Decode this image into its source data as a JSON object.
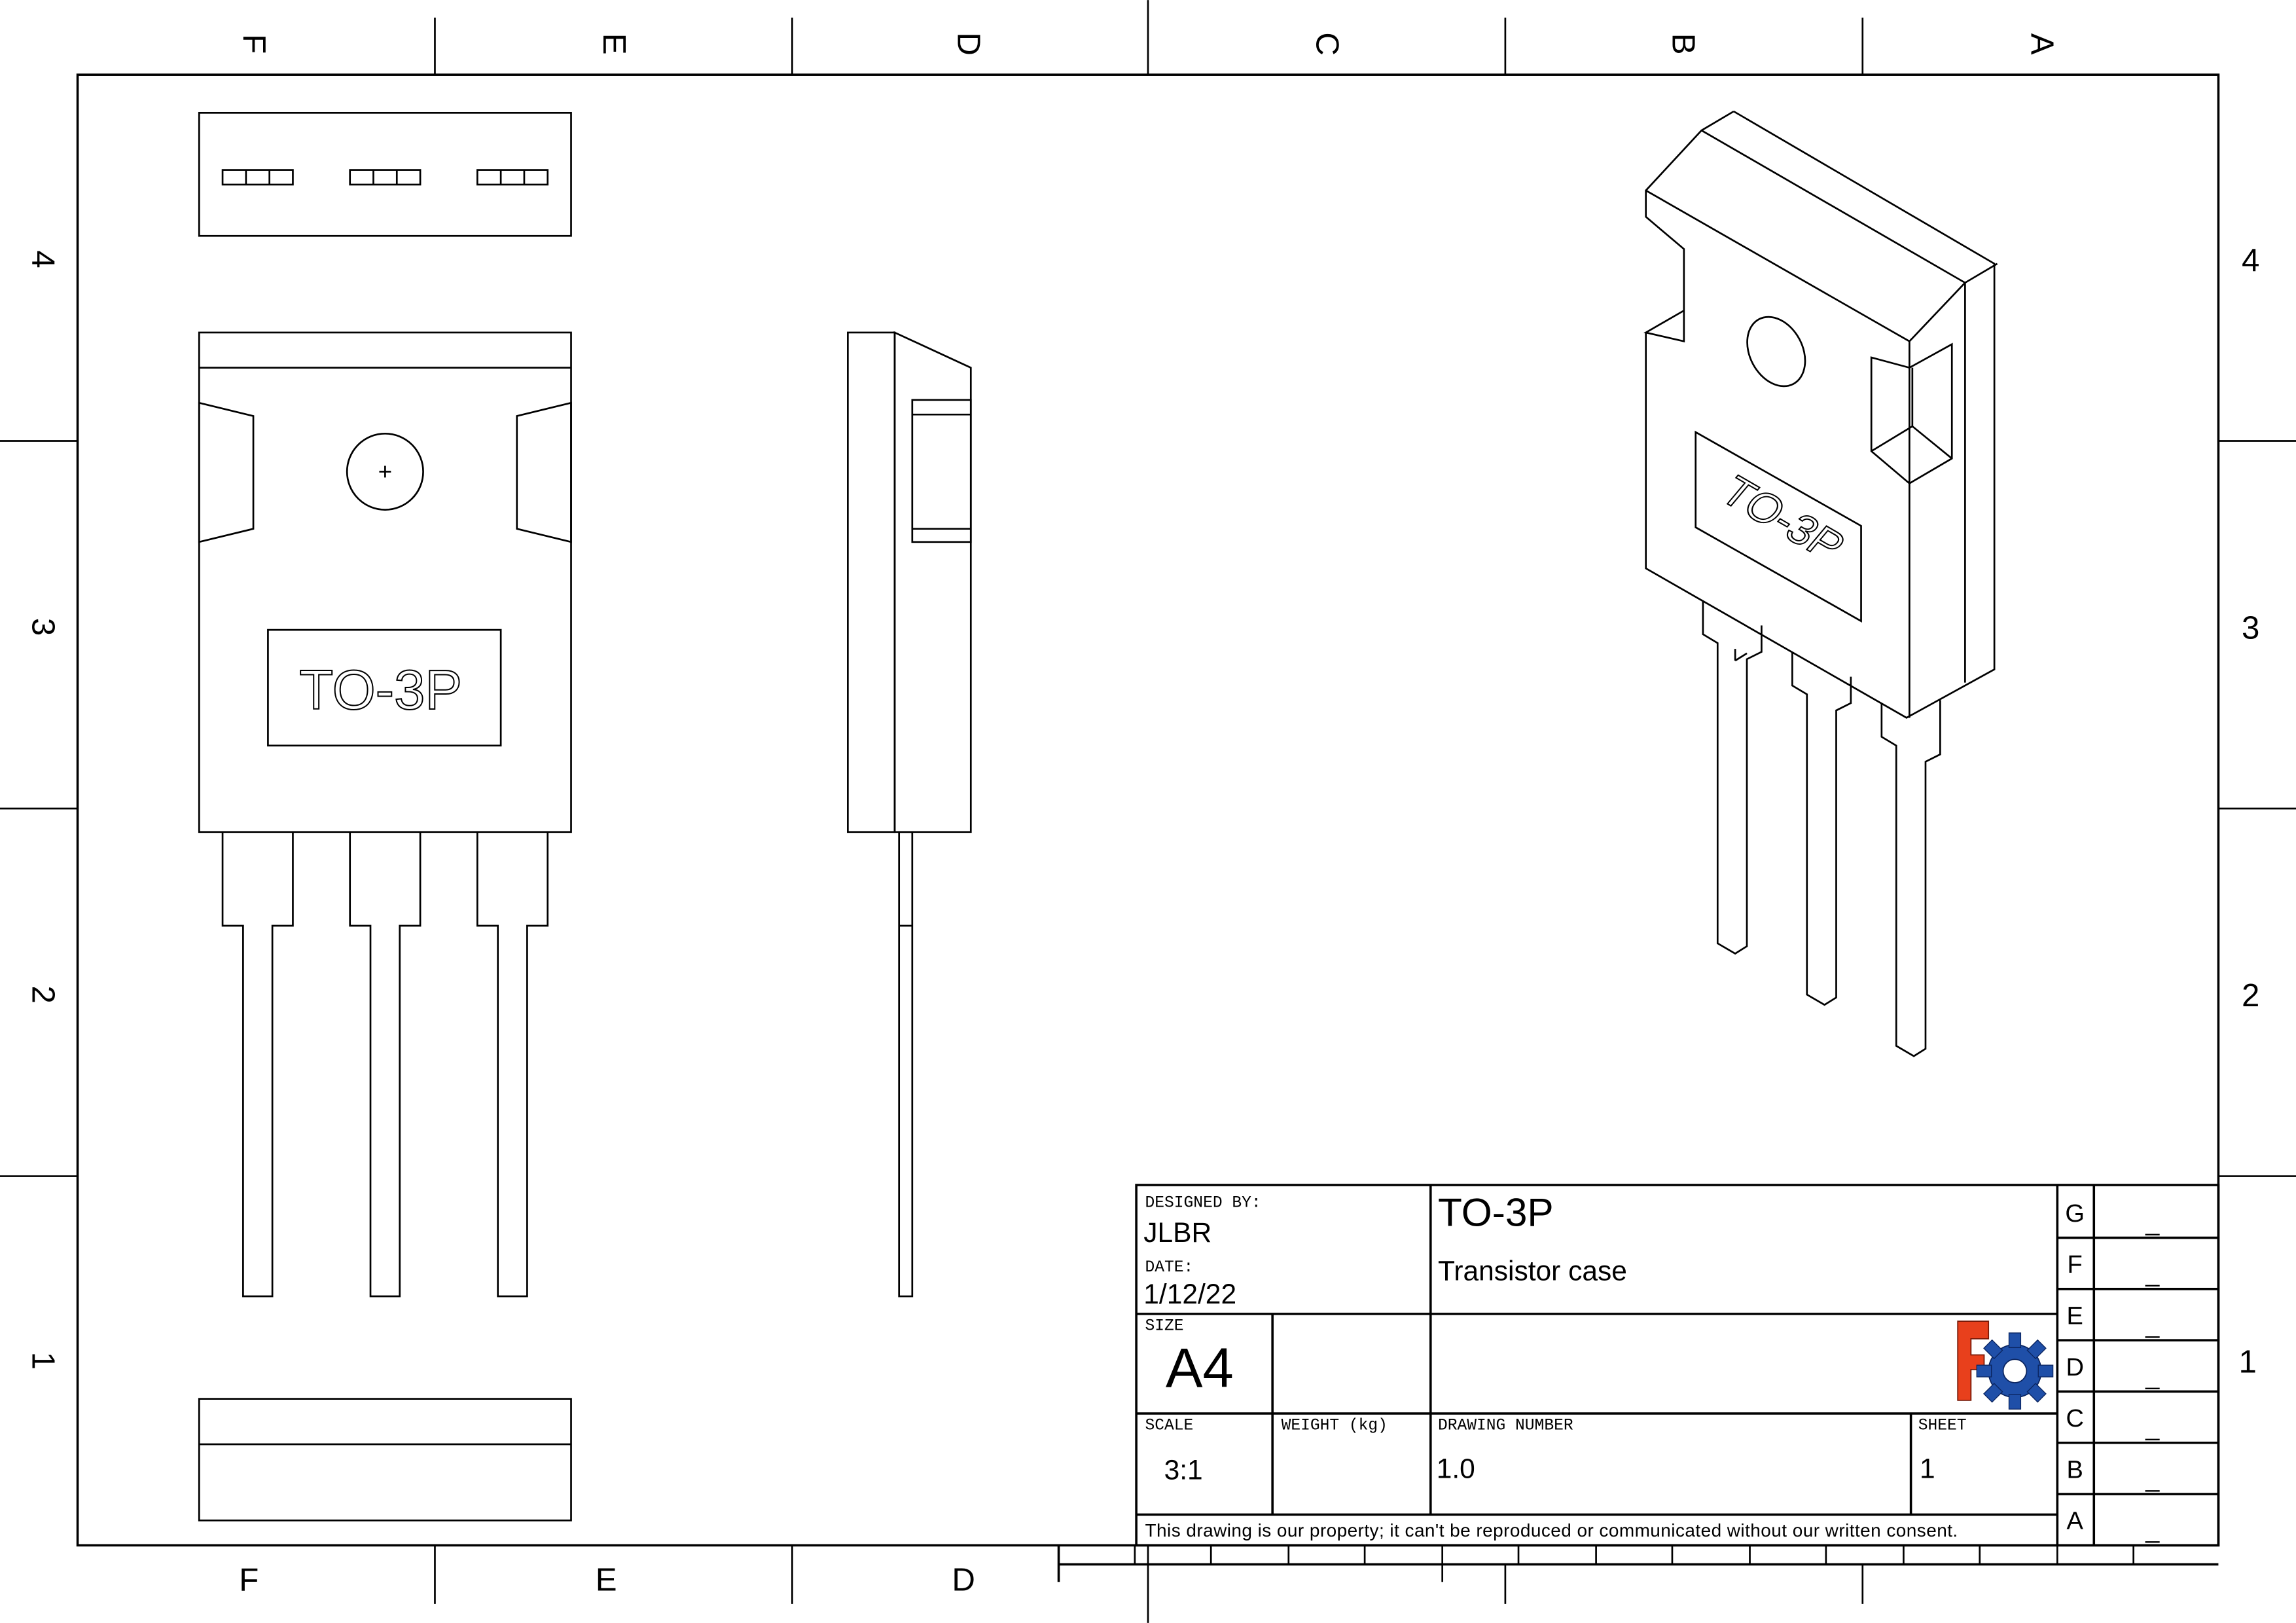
{
  "frame": {
    "top_columns": [
      "F",
      "E",
      "D",
      "C",
      "B",
      "A"
    ],
    "bottom_columns": [
      "F",
      "E",
      "D"
    ],
    "rows": [
      "4",
      "3",
      "2",
      "1"
    ]
  },
  "views": {
    "front_label": "TO-3P",
    "iso_label": "TO-3P"
  },
  "title_block": {
    "designed_by_label": "DESIGNED BY:",
    "designed_by": "JLBR",
    "date_label": "DATE:",
    "date": "1/12/22",
    "title": "TO-3P",
    "subtitle": "Transistor case",
    "size_label": "SIZE",
    "size": "A4",
    "scale_label": "SCALE",
    "scale": "3:1",
    "weight_label": "WEIGHT (kg)",
    "drawing_number_label": "DRAWING NUMBER",
    "drawing_number": "1.0",
    "sheet_label": "SHEET",
    "sheet": "1",
    "disclaimer": "This drawing is our property; it can't be reproduced or communicated without our written consent.",
    "logo_letter": "F",
    "revisions": [
      {
        "letter": "G",
        "value": "_"
      },
      {
        "letter": "F",
        "value": "_"
      },
      {
        "letter": "E",
        "value": "_"
      },
      {
        "letter": "D",
        "value": "_"
      },
      {
        "letter": "C",
        "value": "_"
      },
      {
        "letter": "B",
        "value": "_"
      },
      {
        "letter": "A",
        "value": "_"
      }
    ]
  },
  "colors": {
    "logo_red": "#e8401c",
    "logo_blue": "#1f4fa8"
  }
}
